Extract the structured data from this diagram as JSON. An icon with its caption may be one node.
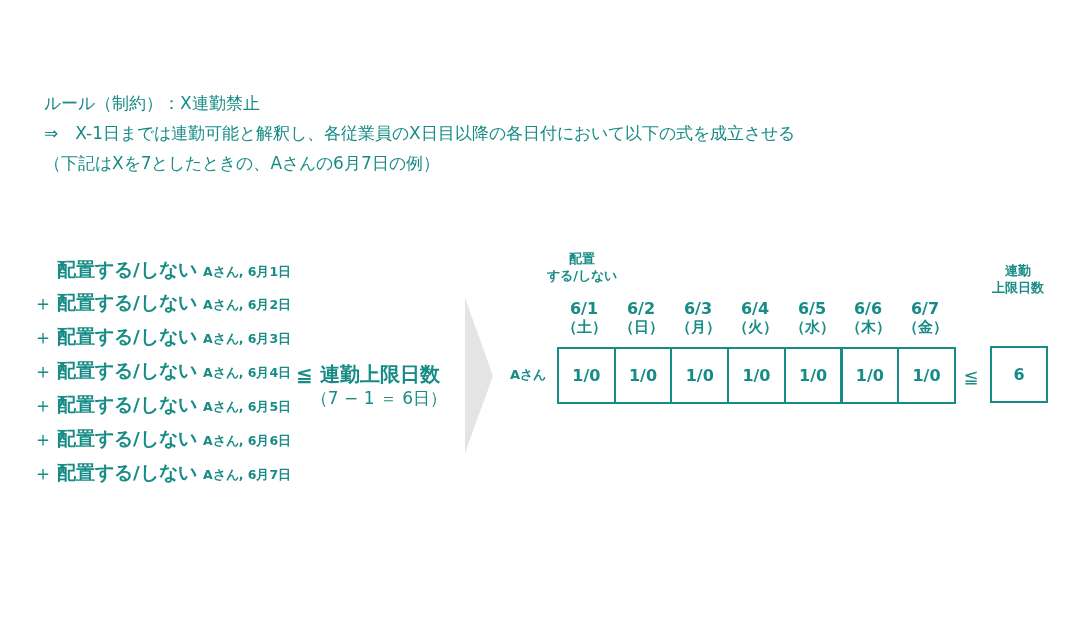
{
  "diagram": {
    "nodes": [
      {
        "text": [
          "1/0"
        ]
      },
      {
        "text": [
          "1/0"
        ]
      },
      {
        "text": [
          "1/0"
        ]
      },
      {
        "text": [
          "1/0"
        ]
      },
      {
        "text": [
          "1/0"
        ]
      },
      {
        "text": [
          "1/0"
        ]
      },
      {
        "text": [
          "1/0"
        ]
      },
      {
        "text": [
          "6"
        ]
      }
    ],
    "labels": [
      "ルール（制約）：X連勤禁止",
      "⇒　X-1日までは連勤可能と解釈し、各従業員のX日目以降の各日付において以下の式を成立させる",
      "（下記はXを7としたときの、Aさんの6月7日の例）",
      "配置する/しない",
      "Aさん, 6月1日",
      "＋",
      "配置する/しない",
      "Aさん, 6月2日",
      "＋",
      "配置する/しない",
      "Aさん, 6月3日",
      "＋",
      "配置する/しない",
      "Aさん, 6月4日",
      "＋",
      "配置する/しない",
      "Aさん, 6月5日",
      "＋",
      "配置する/しない",
      "Aさん, 6月6日",
      "＋",
      "配置する/しない",
      "Aさん, 6月7日",
      "≦ 連勤上限日数",
      "（7 − 1 ＝ 6日）",
      "配置",
      "する/しない",
      "連勤",
      "上限日数",
      "6/1",
      "（土）",
      "6/2",
      "（日）",
      "6/3",
      "（月）",
      "6/4",
      "（火）",
      "6/5",
      "（水）",
      "6/6",
      "（木）",
      "6/7",
      "（金）",
      "Aさん",
      "≦"
    ]
  }
}
